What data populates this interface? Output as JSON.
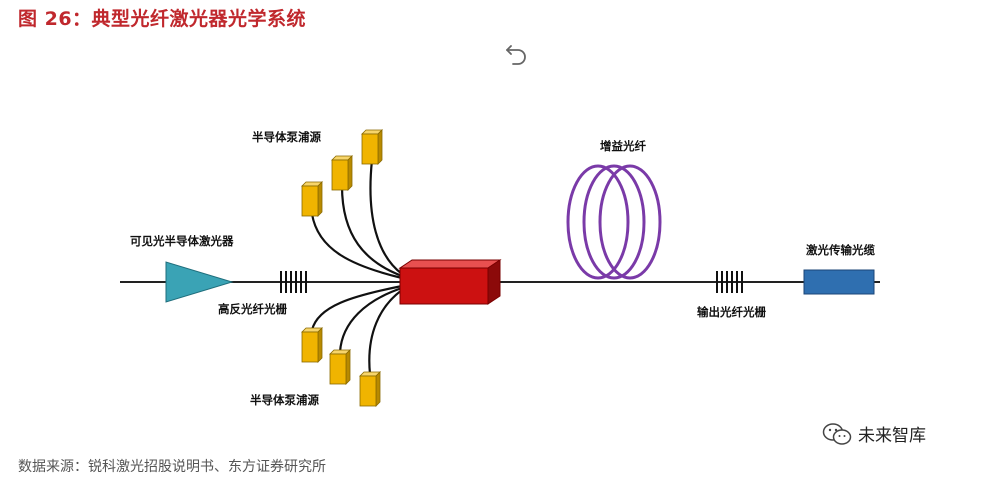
{
  "figure": {
    "title": "图 26：典型光纤激光器光学系统"
  },
  "labels": {
    "seed_laser": "可见光半导体激光器",
    "pump_top": "半导体泵浦源",
    "pump_bottom": "半导体泵浦源",
    "high_reflector": "高反光纤光栅",
    "gain_fiber": "增益光纤",
    "output_grating": "输出光纤光栅",
    "collimator": "激光传输光缆"
  },
  "colors": {
    "title": "#c0282d",
    "seed_laser": "#3aa3b5",
    "combiner": "#cc1111",
    "pump": "#f0b400",
    "gain_fiber": "#7a3aa8",
    "collimator": "#2f6fb0"
  },
  "icons": {
    "top": "refresh-icon",
    "watermark": "wechat-icon"
  },
  "source": "数据来源：锐科激光招股说明书、东方证券研究所",
  "watermark": "未来智库"
}
